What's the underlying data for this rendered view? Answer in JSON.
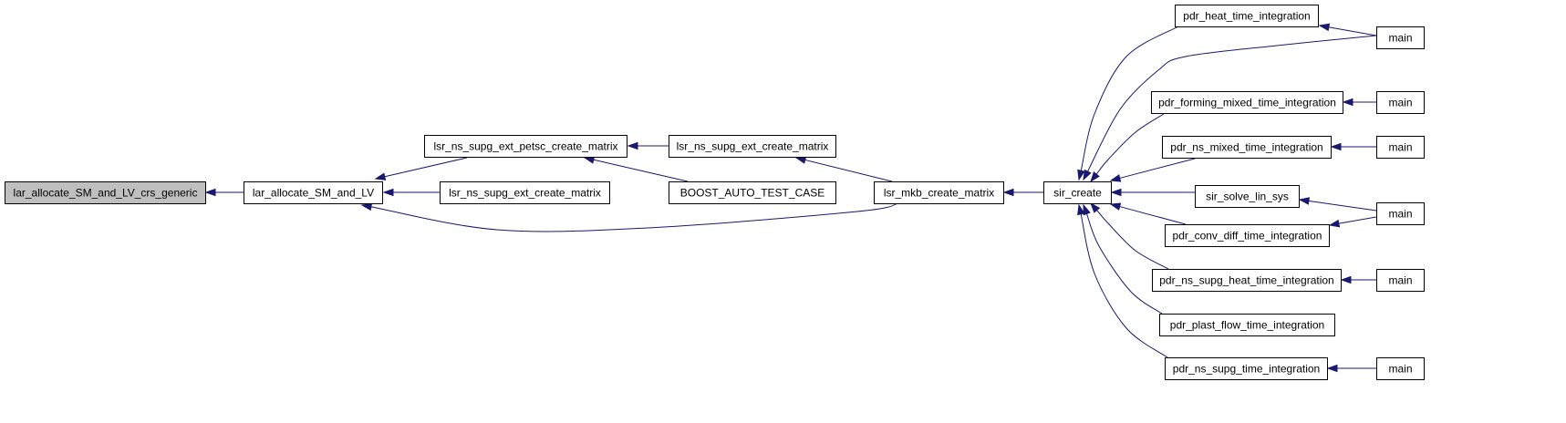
{
  "graph": {
    "colors": {
      "edge": "#191970",
      "node_border": "#000000",
      "node_fill": "#ffffff",
      "root_fill": "#bfbfbf",
      "background": "#ffffff"
    },
    "nodes": [
      {
        "id": "n_root",
        "label": "lar_allocate_SM_and_LV_crs_generic"
      },
      {
        "id": "n_alloc",
        "label": "lar_allocate_SM_and_LV"
      },
      {
        "id": "n_petsc",
        "label": "lsr_ns_supg_ext_petsc_create_matrix"
      },
      {
        "id": "n_ext1",
        "label": "lsr_ns_supg_ext_create_matrix"
      },
      {
        "id": "n_ext2",
        "label": "lsr_ns_supg_ext_create_matrix"
      },
      {
        "id": "n_boost",
        "label": "BOOST_AUTO_TEST_CASE"
      },
      {
        "id": "n_mkb",
        "label": "lsr_mkb_create_matrix"
      },
      {
        "id": "n_sir",
        "label": "sir_create"
      },
      {
        "id": "n_heat",
        "label": "pdr_heat_time_integration"
      },
      {
        "id": "n_forming",
        "label": "pdr_forming_mixed_time_integration"
      },
      {
        "id": "n_nsmixed",
        "label": "pdr_ns_mixed_time_integration"
      },
      {
        "id": "n_solve",
        "label": "sir_solve_lin_sys"
      },
      {
        "id": "n_convdiff",
        "label": "pdr_conv_diff_time_integration"
      },
      {
        "id": "n_nssupgheat",
        "label": "pdr_ns_supg_heat_time_integration"
      },
      {
        "id": "n_plast",
        "label": "pdr_plast_flow_time_integration"
      },
      {
        "id": "n_nssupg",
        "label": "pdr_ns_supg_time_integration"
      },
      {
        "id": "n_main1",
        "label": "main"
      },
      {
        "id": "n_main2",
        "label": "main"
      },
      {
        "id": "n_main3",
        "label": "main"
      },
      {
        "id": "n_main4",
        "label": "main"
      },
      {
        "id": "n_main5",
        "label": "main"
      },
      {
        "id": "n_main6",
        "label": "main"
      }
    ],
    "edges": [
      {
        "from": "n_alloc",
        "to": "n_root"
      },
      {
        "from": "n_petsc",
        "to": "n_alloc"
      },
      {
        "from": "n_ext2",
        "to": "n_alloc"
      },
      {
        "from": "n_mkb",
        "to": "n_alloc"
      },
      {
        "from": "n_ext1",
        "to": "n_petsc"
      },
      {
        "from": "n_boost",
        "to": "n_petsc"
      },
      {
        "from": "n_mkb",
        "to": "n_ext1"
      },
      {
        "from": "n_sir",
        "to": "n_mkb"
      },
      {
        "from": "n_heat",
        "to": "n_sir"
      },
      {
        "from": "n_main1",
        "to": "n_sir"
      },
      {
        "from": "n_forming",
        "to": "n_sir"
      },
      {
        "from": "n_nsmixed",
        "to": "n_sir"
      },
      {
        "from": "n_solve",
        "to": "n_sir"
      },
      {
        "from": "n_convdiff",
        "to": "n_sir"
      },
      {
        "from": "n_nssupgheat",
        "to": "n_sir"
      },
      {
        "from": "n_plast",
        "to": "n_sir"
      },
      {
        "from": "n_nssupg",
        "to": "n_sir"
      },
      {
        "from": "n_main1",
        "to": "n_heat"
      },
      {
        "from": "n_main2",
        "to": "n_forming"
      },
      {
        "from": "n_main3",
        "to": "n_nsmixed"
      },
      {
        "from": "n_main4",
        "to": "n_solve"
      },
      {
        "from": "n_main4",
        "to": "n_convdiff"
      },
      {
        "from": "n_main5",
        "to": "n_nssupgheat"
      },
      {
        "from": "n_main6",
        "to": "n_nssupg"
      }
    ]
  }
}
